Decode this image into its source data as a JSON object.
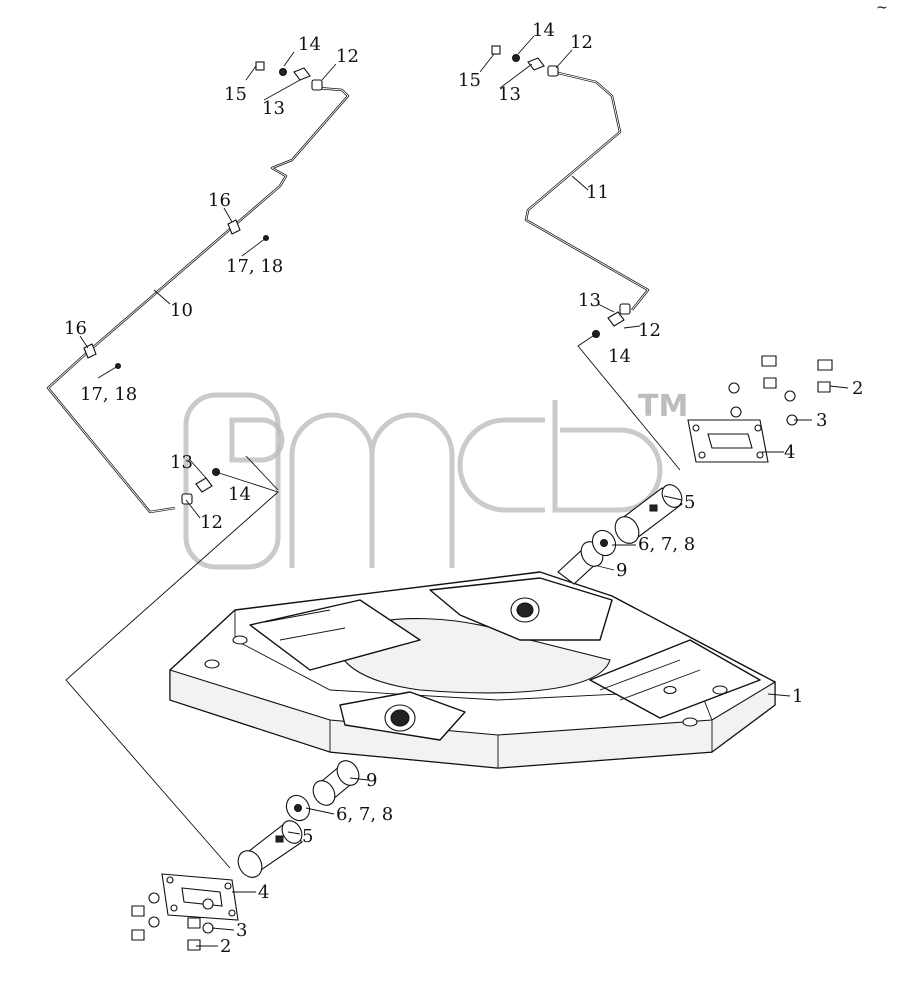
{
  "watermark": {
    "mark": "TM"
  },
  "corner_mark": "~",
  "callouts": [
    {
      "id": "frame",
      "text": "1"
    },
    {
      "id": "bolt-right",
      "text": "2"
    },
    {
      "id": "washer-right",
      "text": "3"
    },
    {
      "id": "plate-right",
      "text": "4"
    },
    {
      "id": "pin-right",
      "text": "5"
    },
    {
      "id": "shim-right",
      "text": "6, 7, 8"
    },
    {
      "id": "bush-right",
      "text": "9"
    },
    {
      "id": "bush-left",
      "text": "9"
    },
    {
      "id": "shim-left",
      "text": "6, 7, 8"
    },
    {
      "id": "pin-left",
      "text": "5"
    },
    {
      "id": "plate-left",
      "text": "4"
    },
    {
      "id": "washer-left",
      "text": "3"
    },
    {
      "id": "bolt-left",
      "text": "2"
    },
    {
      "id": "pipe-left",
      "text": "10"
    },
    {
      "id": "pipe-right",
      "text": "11"
    },
    {
      "id": "tl-14",
      "text": "14"
    },
    {
      "id": "tl-12",
      "text": "12"
    },
    {
      "id": "tl-15",
      "text": "15"
    },
    {
      "id": "tl-13",
      "text": "13"
    },
    {
      "id": "tr-14",
      "text": "14"
    },
    {
      "id": "tr-12",
      "text": "12"
    },
    {
      "id": "tr-15",
      "text": "15"
    },
    {
      "id": "tr-13",
      "text": "13"
    },
    {
      "id": "clip-16-a",
      "text": "16"
    },
    {
      "id": "clip-1718-a",
      "text": "17, 18"
    },
    {
      "id": "clip-16-b",
      "text": "16"
    },
    {
      "id": "clip-1718-b",
      "text": "17, 18"
    },
    {
      "id": "ml-13",
      "text": "13"
    },
    {
      "id": "ml-14",
      "text": "14"
    },
    {
      "id": "ml-12",
      "text": "12"
    },
    {
      "id": "mr-13",
      "text": "13"
    },
    {
      "id": "mr-12",
      "text": "12"
    },
    {
      "id": "mr-14",
      "text": "14"
    }
  ]
}
